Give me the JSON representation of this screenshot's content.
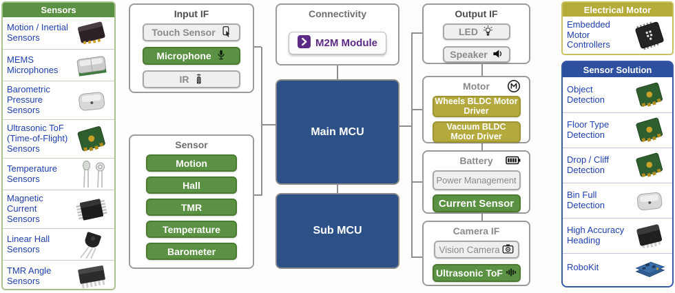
{
  "colors": {
    "green": "#5b9142",
    "mcu_blue": "#2d5187",
    "olive": "#b5ab39",
    "solution_blue": "#2d509f",
    "link_blue": "#1e3fae",
    "purple": "#5c2b85",
    "gray_button_bg": "#efefef",
    "gray_button_text": "#8a8a8a",
    "connector_gray": "#8f8f8f"
  },
  "sensors_panel": {
    "title": "Sensors",
    "items": [
      {
        "label": "Motion / Inertial Sensors",
        "icon": "dark-qfn-chip"
      },
      {
        "label": "MEMS Microphones",
        "icon": "silver-mems-chip"
      },
      {
        "label": "Barometric Pressure Sensors",
        "icon": "silver-dome-chip"
      },
      {
        "label": "Ultrasonic ToF (Time-of-Flight) Sensors",
        "icon": "green-pcb-chip"
      },
      {
        "label": "Temperature Sensors",
        "icon": "thermistor-pair"
      },
      {
        "label": "Magnetic Current Sensors",
        "icon": "black-soic-chip"
      },
      {
        "label": "Linear Hall Sensors",
        "icon": "to92-package"
      },
      {
        "label": "TMR Angle Sensors",
        "icon": "black-tssop-chip"
      }
    ]
  },
  "input_if": {
    "title": "Input IF",
    "buttons": [
      {
        "label": "Touch Sensor",
        "icon": "touch-icon",
        "variant": "gray"
      },
      {
        "label": "Microphone",
        "icon": "microphone-icon",
        "variant": "green"
      },
      {
        "label": "IR",
        "icon": "remote-icon",
        "variant": "gray"
      }
    ]
  },
  "sensor_group": {
    "title": "Sensor",
    "buttons": [
      "Motion",
      "Hall",
      "TMR",
      "Temperature",
      "Barometer"
    ]
  },
  "connectivity": {
    "title": "Connectivity",
    "module": "M2M Module",
    "icon": "chevron-square-icon"
  },
  "mcu": {
    "main": "Main MCU",
    "sub": "Sub MCU"
  },
  "output_if": {
    "title": "Output IF",
    "buttons": [
      {
        "label": "LED",
        "icon": "led-icon"
      },
      {
        "label": "Speaker",
        "icon": "speaker-icon"
      }
    ]
  },
  "motor": {
    "title": "Motor",
    "icon": "motor-m-icon",
    "buttons": [
      "Wheels BLDC Motor Driver",
      "Vacuum BLDC Motor Driver"
    ]
  },
  "battery": {
    "title": "Battery",
    "icon": "battery-icon",
    "buttons": [
      {
        "label": "Power Management",
        "variant": "gray"
      },
      {
        "label": "Current Sensor",
        "variant": "green"
      }
    ]
  },
  "camera_if": {
    "title": "Camera IF",
    "buttons": [
      {
        "label": "Vision Camera",
        "icon": "camera-icon",
        "variant": "gray"
      },
      {
        "label": "Ultrasonic ToF",
        "icon": "sonar-icon",
        "variant": "green"
      }
    ]
  },
  "electrical_motor": {
    "title": "Electrical Motor",
    "items": [
      {
        "label": "Embedded Motor Controllers",
        "icon": "black-qfn-chip"
      }
    ]
  },
  "sensor_solution": {
    "title": "Sensor Solution",
    "items": [
      {
        "label": "Object Detection",
        "icon": "green-pcb-chip"
      },
      {
        "label": "Floor Type Detection",
        "icon": "green-pcb-chip"
      },
      {
        "label": "Drop / Cliff Detection",
        "icon": "green-pcb-chip"
      },
      {
        "label": "Bin Full Detection",
        "icon": "silver-dome-chip"
      },
      {
        "label": "High Accuracy Heading",
        "icon": "black-tdk-chip"
      },
      {
        "label": "RoboKit",
        "icon": "blue-pcb-board"
      }
    ]
  }
}
